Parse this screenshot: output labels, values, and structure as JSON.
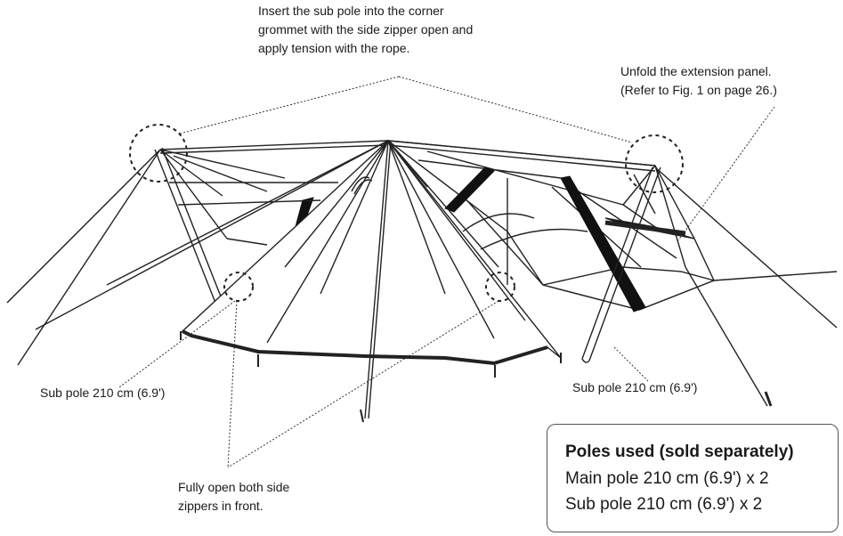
{
  "callouts": {
    "insert_sub_pole": [
      "Insert the sub pole into the corner",
      "grommet with the side zipper open and",
      "apply tension with the rope."
    ],
    "extension_panel": [
      "Unfold the extension panel.",
      "(Refer to Fig. 1 on page 26.)"
    ],
    "sub_pole_left": "Sub pole 210 cm (6.9')",
    "sub_pole_right": "Sub pole 210 cm (6.9')",
    "side_zippers": [
      "Fully open both side",
      "zippers in front."
    ]
  },
  "poles_used": {
    "title": "Poles used (sold separately)",
    "items": [
      "Main pole 210 cm (6.9') x 2",
      "Sub pole 210 cm (6.9') x 2"
    ]
  }
}
